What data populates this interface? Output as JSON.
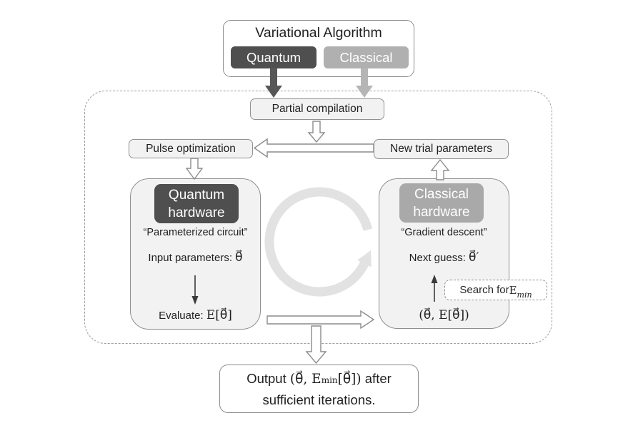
{
  "header": {
    "title": "Variational Algorithm",
    "quantum_label": "Quantum",
    "classical_label": "Classical"
  },
  "pipeline": {
    "partial_compilation": "Partial compilation",
    "pulse_optimization": "Pulse optimization",
    "new_trial_parameters": "New trial parameters"
  },
  "quantum_hw": {
    "badge_line1": "Quantum",
    "badge_line2": "hardware",
    "subtitle": "“Parameterized circuit”",
    "input_prefix": "Input parameters: ",
    "input_math": "θ⃗",
    "evaluate_prefix": "Evaluate: ",
    "evaluate_math": "E[θ⃗]"
  },
  "classical_hw": {
    "badge_line1": "Classical",
    "badge_line2": "hardware",
    "subtitle": "“Gradient descent”",
    "next_prefix": "Next guess: ",
    "next_math": "θ⃗′",
    "tuple_math": "(θ⃗, E[θ⃗])",
    "search_prefix": "Search for ",
    "search_base": "E",
    "search_sub": "min"
  },
  "output_box": {
    "line1_pre": "Output ",
    "line1_math_a": "(θ⃗, E",
    "line1_sub": "min",
    "line1_math_b": "[θ⃗])",
    "line1_post": " after",
    "line2": "sufficient iterations."
  },
  "icons": {
    "cycle_arrow": "iteration-cycle-arrow"
  },
  "colors": {
    "quantum_dark": "#4f4f4f",
    "classical_gray": "#b0b0b0",
    "hw_classical_gray": "#a9a9a9",
    "box_fill": "#f2f2f2",
    "border_gray": "#8c8c8c",
    "dashed_gray": "#9e9e9e",
    "cycle_gray": "#e2e2e2"
  }
}
